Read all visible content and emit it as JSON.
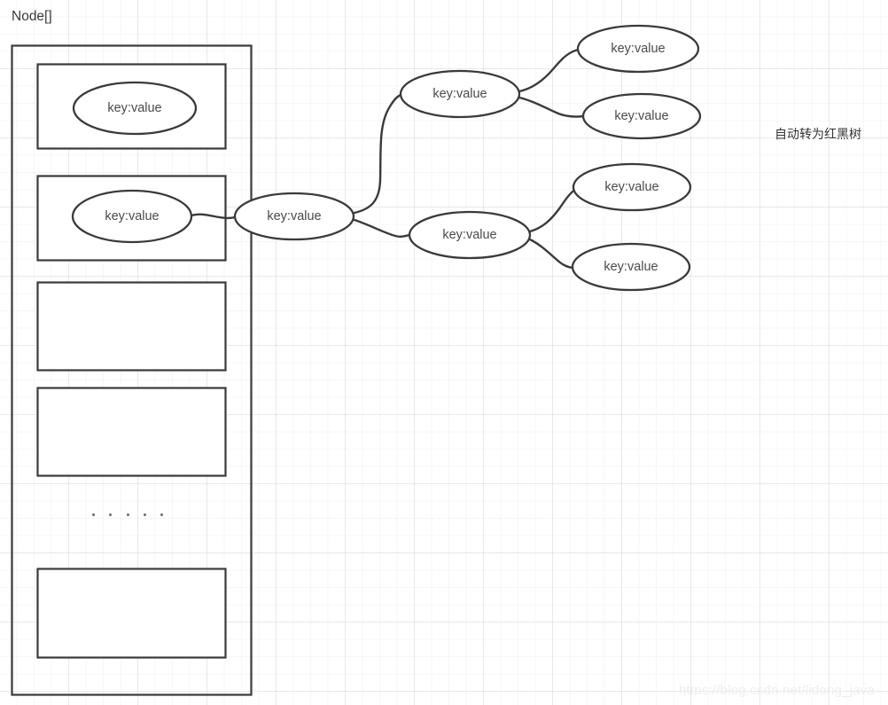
{
  "diagram": {
    "title": "Node[]",
    "annotation": "自动转为红黑树",
    "watermark": "https://blog.csdn.net/lidong_java",
    "node_label": "key:value",
    "ellipsis": "· · · · ·",
    "colors": {
      "stroke": "#3a3a3a",
      "text": "#4a4a4a",
      "grid_minor": "#f0f0f0",
      "grid_major": "#e6e6e6",
      "background": "#ffffff",
      "watermark": "#eceef0"
    },
    "array": {
      "label": "Node[]",
      "cells": [
        {
          "index": 0,
          "occupied": true,
          "node": "key:value"
        },
        {
          "index": 1,
          "occupied": true,
          "node": "key:value"
        },
        {
          "index": 2,
          "occupied": false,
          "node": ""
        },
        {
          "index": 3,
          "occupied": false,
          "node": ""
        },
        {
          "index": 4,
          "occupied": false,
          "node": ""
        }
      ]
    },
    "tree": {
      "root": {
        "label": "key:value"
      },
      "level2": [
        {
          "label": "key:value"
        },
        {
          "label": "key:value"
        }
      ],
      "leaves": [
        {
          "label": "key:value"
        },
        {
          "label": "key:value"
        },
        {
          "label": "key:value"
        },
        {
          "label": "key:value"
        }
      ]
    }
  }
}
